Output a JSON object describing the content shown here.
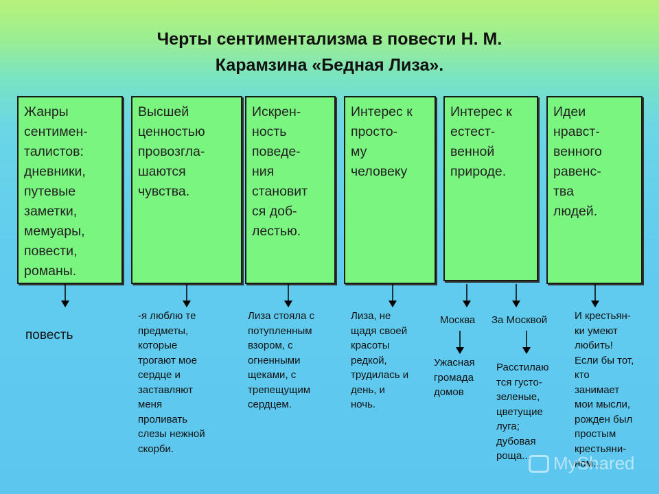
{
  "title": {
    "line1": "Черты сентиментализма в повести  Н. М.",
    "line2": "Карамзина «Бедная Лиза»."
  },
  "boxes": [
    {
      "text": "Жанры\nсентимен-\nталистов:\nдневники,\nпутевые\nзаметки,\nмемуары,\nповести,\nроманы."
    },
    {
      "text": "Высшей\nценностью\nпровозгла-\nшаются\nчувства."
    },
    {
      "text": "Искрен-\nность\nповеде-\nния\nстановит\nся доб-\nлестью."
    },
    {
      "text": "Интерес к\nпросто-\nму\nчеловеку"
    },
    {
      "text": "Интерес к\nестест-\nвенной\nприроде."
    },
    {
      "text": "Идеи\nнравст-\nвенного\nравенс-\nтва\nлюдей."
    }
  ],
  "notes": {
    "n1": "повесть",
    "n2": "-я люблю те\nпредметы,\nкоторые\nтрогают мое\nсердце и\nзаставляют\nменя\nпроливать\nслезы нежной\nскорби.",
    "n3": "Лиза стояла с\nпотупленным\nвзором, с\nогненными\nщеками, с\nтрепещущим\nсердцем.",
    "n4": "Лиза, не\nщадя своей\nкрасоты\nредкой,\nтрудилась и\nдень, и\nночь.",
    "n5a": "Москва",
    "n5b": "За Москвой",
    "n5c": "Ужасная\nгромада\nдомов",
    "n5d": "Расстилаю\nтся густо-\nзеленые,\nцветущие\nлуга;\nдубовая\nроща...",
    "n6": "И крестьян-\nки умеют\nлюбить!\nЕсли бы тот,\nкто\nзанимает\nмои мысли,\nрожден был\nпростым\nкрестьяни-\nном..."
  },
  "watermark": "MyShared"
}
